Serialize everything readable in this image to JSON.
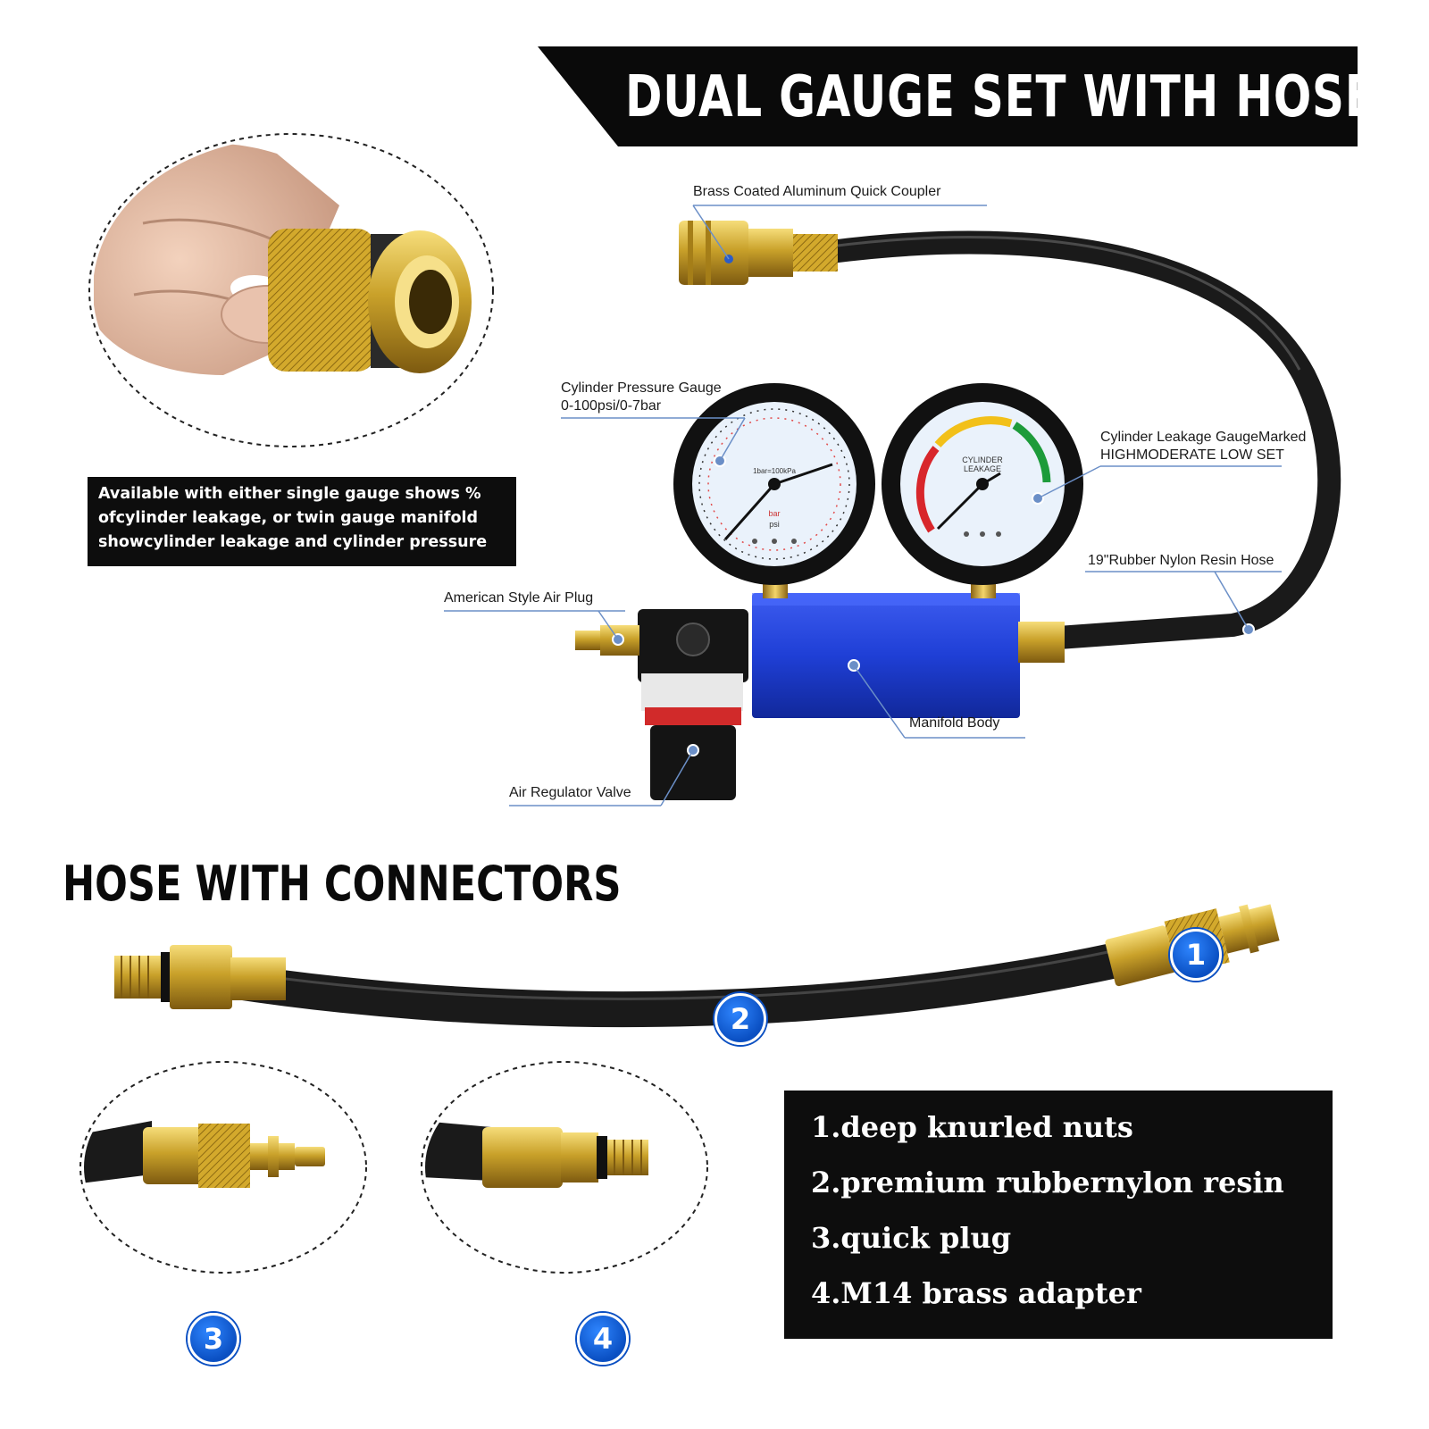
{
  "banner": {
    "title": "DUAL GAUGE SET WITH HOSE"
  },
  "info_box": {
    "lines": [
      "Available with either single gauge shows %",
      "ofcylinder leakage, or twin gauge manifold",
      "showcylinder leakage and cylinder pressure"
    ]
  },
  "callouts": {
    "coupler": "Brass Coated Aluminum Quick Coupler",
    "pressure_gauge_line1": "Cylinder Pressure Gauge",
    "pressure_gauge_line2": "0-100psi/0-7bar",
    "leakage_gauge_line1": "Cylinder Leakage GaugeMarked",
    "leakage_gauge_line2": "HIGHMODERATE LOW SET",
    "hose": "19\"Rubber Nylon Resin Hose",
    "air_plug": "American Style Air Plug",
    "manifold": "Manifold Body",
    "regulator": "Air Regulator Valve"
  },
  "gauges": {
    "pressure": {
      "face_line1": "1bar=100kPa",
      "face_line2": "bar",
      "face_line3": "psi"
    },
    "leakage": {
      "face_line1": "CYLINDER",
      "face_line2": "LEAKAGE"
    }
  },
  "section": {
    "title": "HOSE WITH CONNECTORS"
  },
  "badges": [
    "1",
    "2",
    "3",
    "4"
  ],
  "features": [
    "1.deep knurled nuts",
    "2.premium rubbernylon resin",
    "3.quick plug",
    "4.M14 brass adapter"
  ],
  "colors": {
    "brass": "#c9a12a",
    "hose": "#1a1a1a",
    "manifold": "#1f3fd6",
    "badge": "#0a4fc2",
    "callout_line": "#6b8fc7"
  }
}
